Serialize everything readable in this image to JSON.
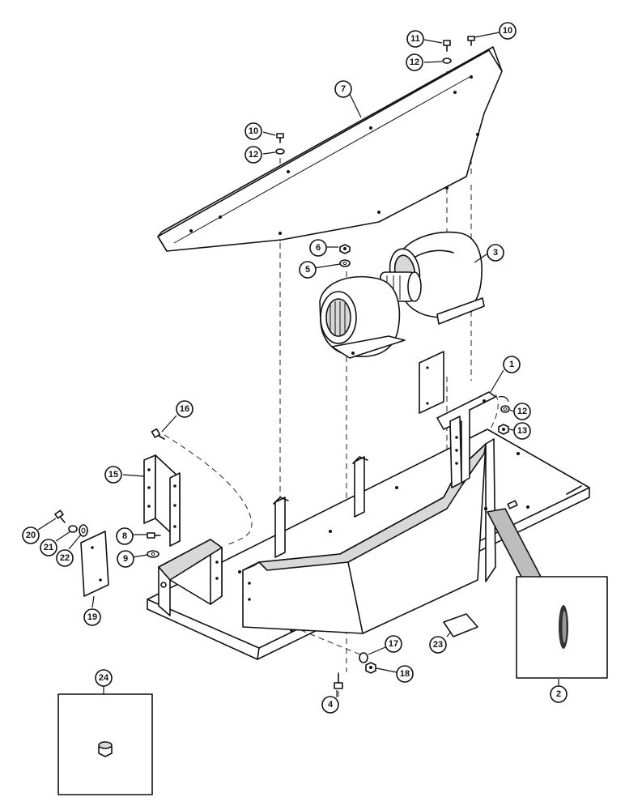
{
  "diagram": {
    "callouts": [
      {
        "id": "c1",
        "label": "1"
      },
      {
        "id": "c2",
        "label": "2"
      },
      {
        "id": "c3",
        "label": "3"
      },
      {
        "id": "c4",
        "label": "4"
      },
      {
        "id": "c5",
        "label": "5"
      },
      {
        "id": "c6",
        "label": "6"
      },
      {
        "id": "c7",
        "label": "7"
      },
      {
        "id": "c8",
        "label": "8"
      },
      {
        "id": "c9",
        "label": "9"
      },
      {
        "id": "c10a",
        "label": "10"
      },
      {
        "id": "c10b",
        "label": "10"
      },
      {
        "id": "c11",
        "label": "11"
      },
      {
        "id": "c12a",
        "label": "12"
      },
      {
        "id": "c12b",
        "label": "12"
      },
      {
        "id": "c12c",
        "label": "12"
      },
      {
        "id": "c13",
        "label": "13"
      },
      {
        "id": "c15",
        "label": "15"
      },
      {
        "id": "c16",
        "label": "16"
      },
      {
        "id": "c17",
        "label": "17"
      },
      {
        "id": "c18",
        "label": "18"
      },
      {
        "id": "c19",
        "label": "19"
      },
      {
        "id": "c20",
        "label": "20"
      },
      {
        "id": "c21",
        "label": "21"
      },
      {
        "id": "c22",
        "label": "22"
      },
      {
        "id": "c23",
        "label": "23"
      },
      {
        "id": "c24",
        "label": "24"
      }
    ]
  }
}
